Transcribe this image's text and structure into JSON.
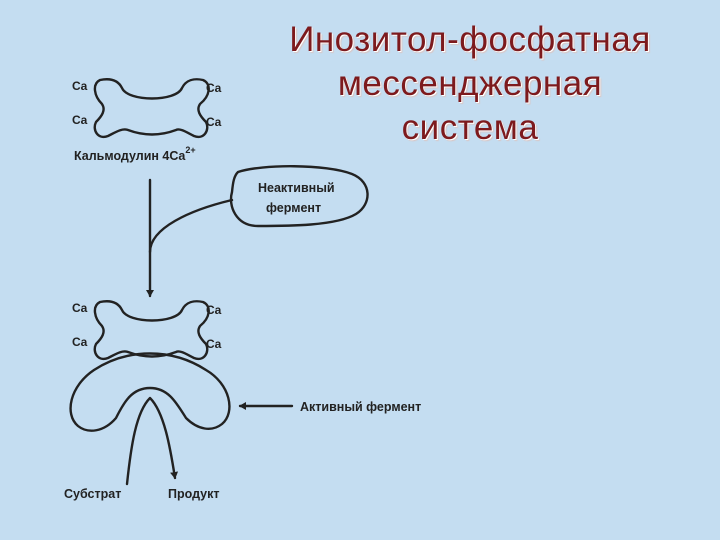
{
  "title": {
    "lines": [
      "Инозитол-фосфатная",
      "мессенджерная",
      "система"
    ],
    "color": "#7d1a1d"
  },
  "diagram": {
    "top_complex": {
      "ca_labels": [
        "Ca",
        "Ca",
        "Ca",
        "Ca"
      ],
      "caption": "Кальмодулин 4Ca",
      "caption_sup": "2+"
    },
    "inactive_enzyme": {
      "line1": "Неактивный",
      "line2": "фермент"
    },
    "bottom_complex": {
      "ca_labels": [
        "Ca",
        "Ca",
        "Ca",
        "Ca"
      ]
    },
    "active_enzyme_label": "Активный фермент",
    "substrate_label": "Субстрат",
    "product_label": "Продукт"
  },
  "colors": {
    "background": "#c4ddf1",
    "title": "#7d1a1d",
    "ink": "#222222"
  }
}
